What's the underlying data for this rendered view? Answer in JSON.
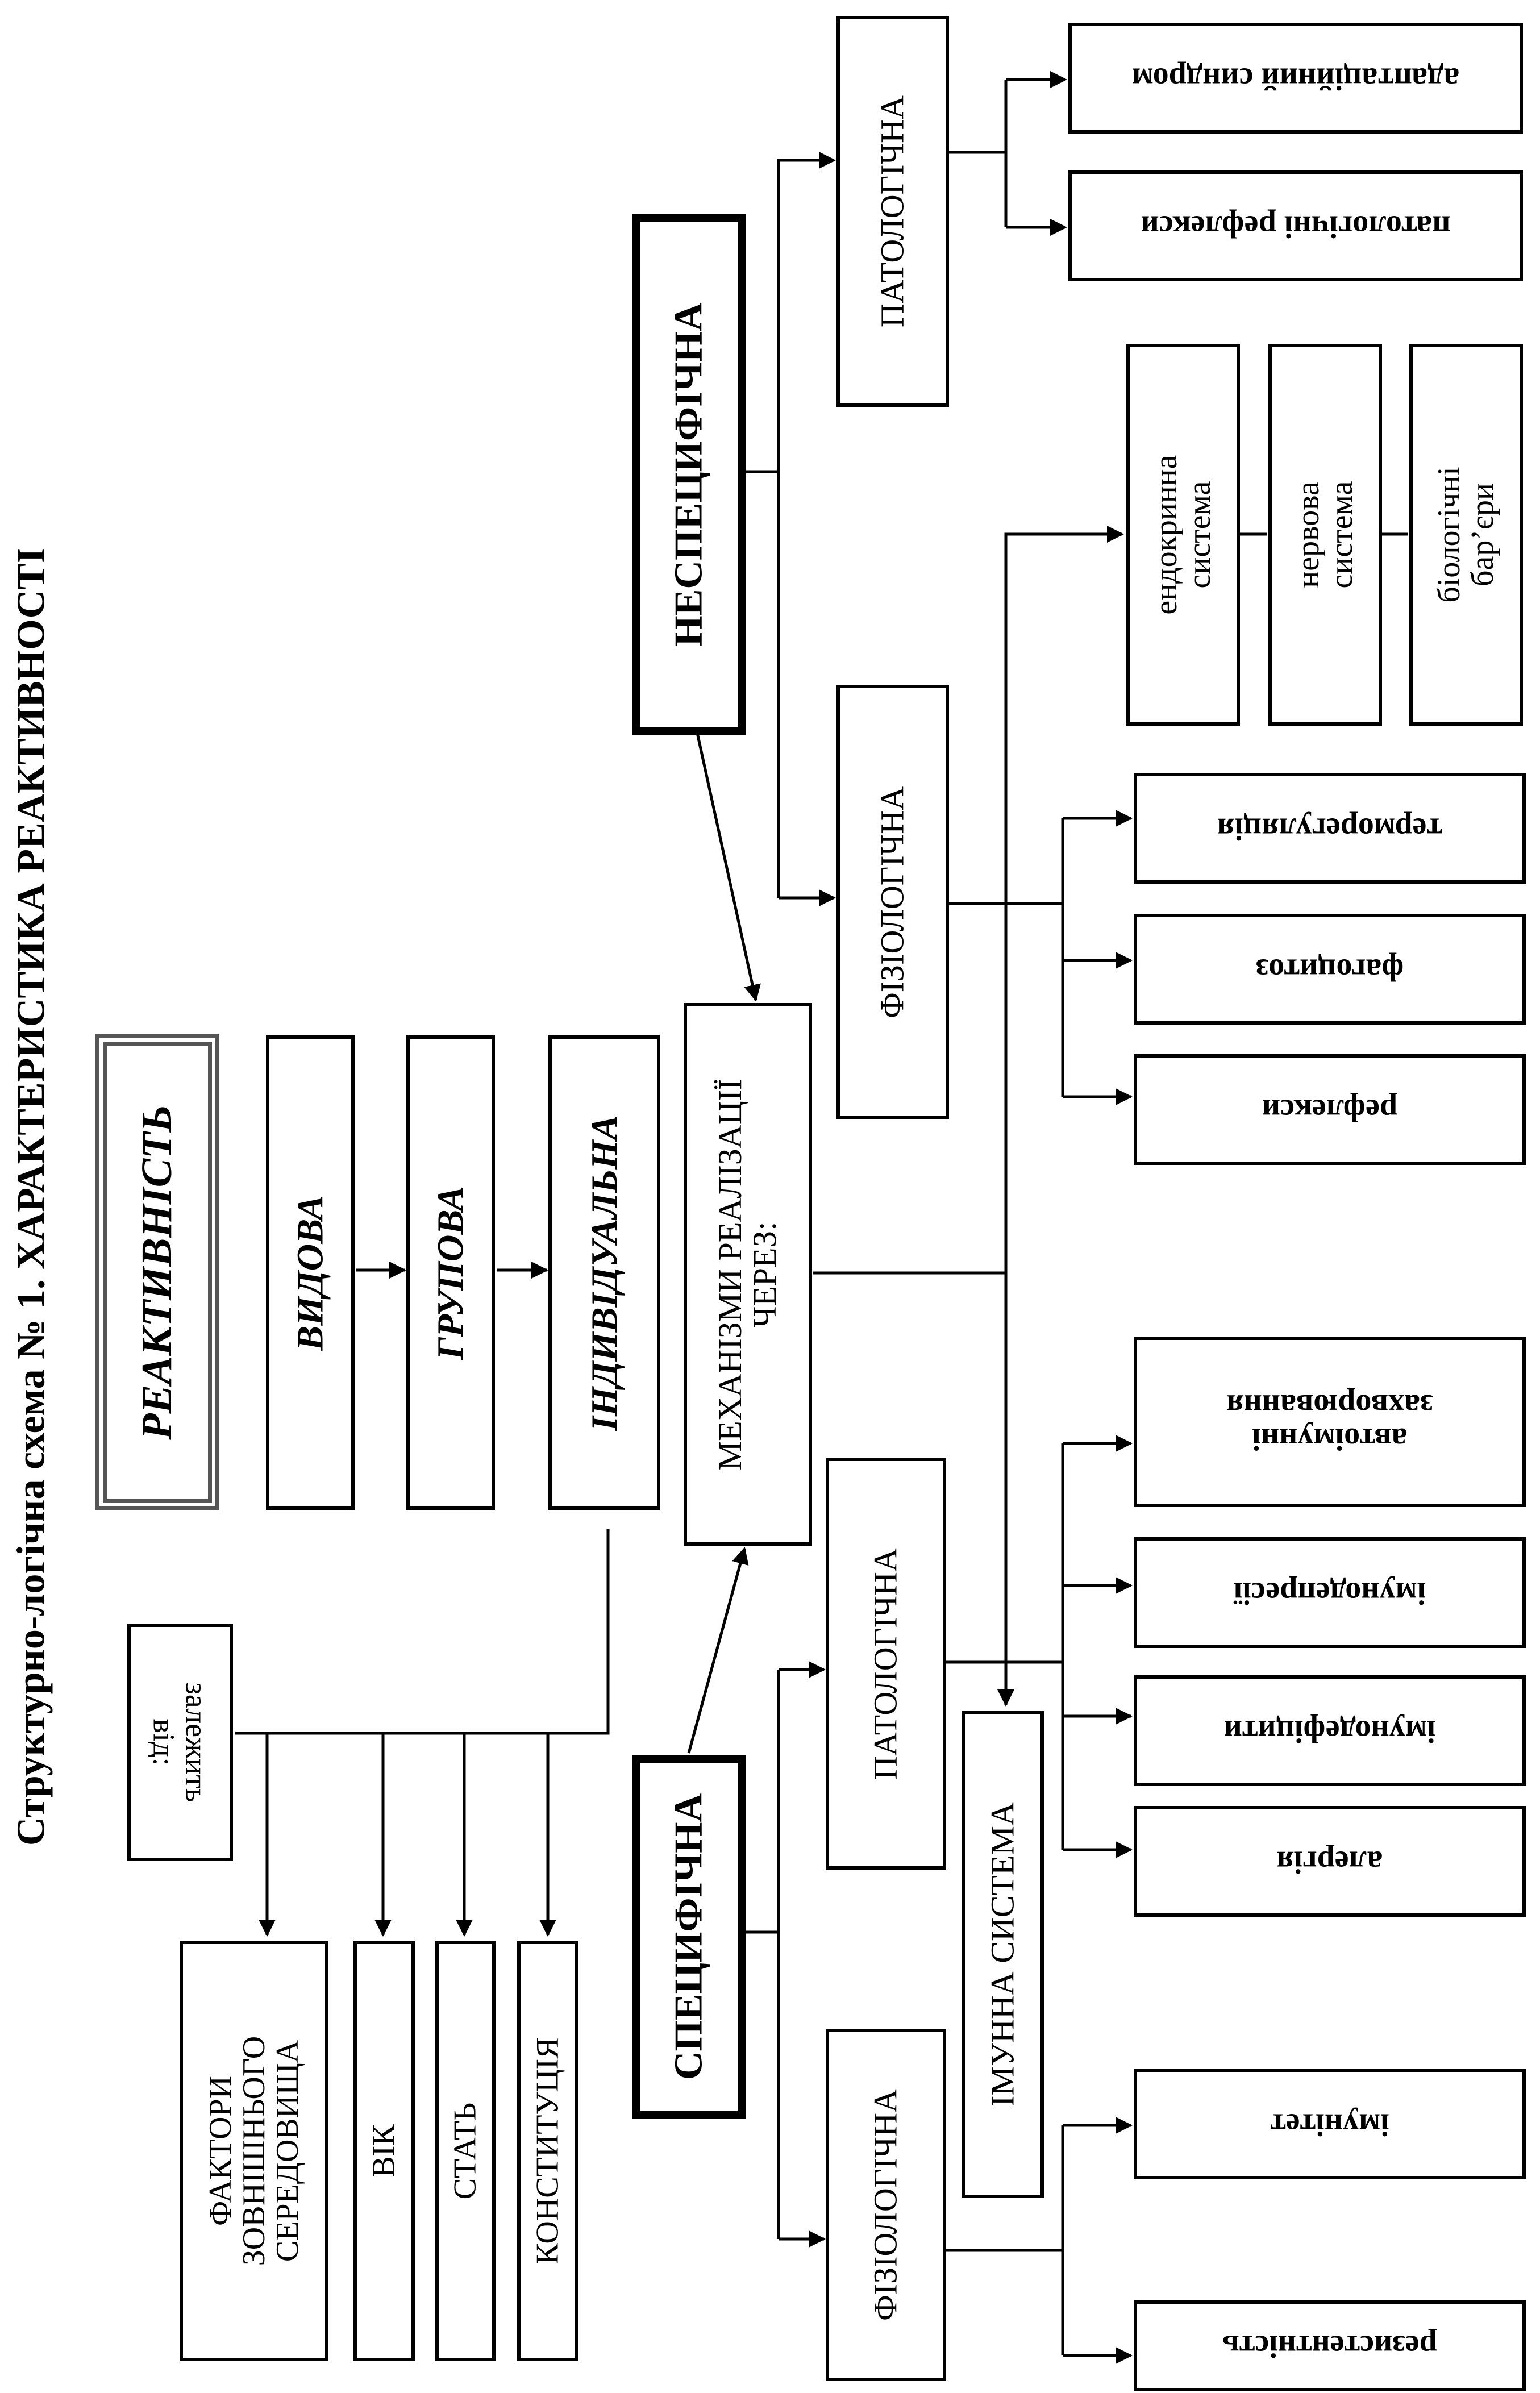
{
  "title": "Структурно-логічна схема № 1. ХАРАКТЕРИСТИКА РЕАКТИВНОСТІ",
  "nodes": {
    "reaktyvnist": "РЕАКТИВНІСТЬ",
    "vydova": "ВИДОВА",
    "hrupova": "ГРУПОВА",
    "indyvidualna": "ІНДИВІДУАЛЬНА",
    "zalezhyt": "залежить\nвід:",
    "faktory": "ФАКТОРИ\nЗОВНІШНЬОГО\nСЕРЕДОВИЩА",
    "vik": "ВІК",
    "stat": "СТАТЬ",
    "konstytutsiia": "КОНСТИТУЦІЯ",
    "mekhanizmy": "МЕХАНІЗМИ РЕАЛІЗАЦІЇ\nЧЕРЕЗ:",
    "nespetsyfichna": "НЕСПЕЦИФІЧНА",
    "spetsyfichna": "СПЕЦИФІЧНА",
    "fiziolohichna_top": "ФІЗІОЛОГІЧНА",
    "patolohichna_top": "ПАТОЛОГІЧНА",
    "patolohichna_bottom": "ПАТОЛОГІЧНА",
    "fiziolohichna_bottom": "ФІЗІОЛОГІЧНА",
    "imunna_systema": "ІМУННА СИСТЕМА",
    "adaptatsiinyi": "адаптаційний синдром",
    "patolohichni_reflexy": "патологічні рефлекси",
    "endokrynna": "ендокринна\nсистема",
    "nervova": "нервова\nсистема",
    "biolohichni": "біологічні\nбар’єри",
    "termorehuliatsiia": "терморегуляція",
    "fahotsytoz": "фагоцитоз",
    "reflexy": "рефлекси",
    "autoimunni": "автоімунні\nзахворювання",
    "imunodepresii": "імунодепресії",
    "imunodefitsyty": "імунодефіцити",
    "alerhiia": "алергія",
    "imunitet": "імунітет",
    "rezystentnist": "резистентність"
  }
}
